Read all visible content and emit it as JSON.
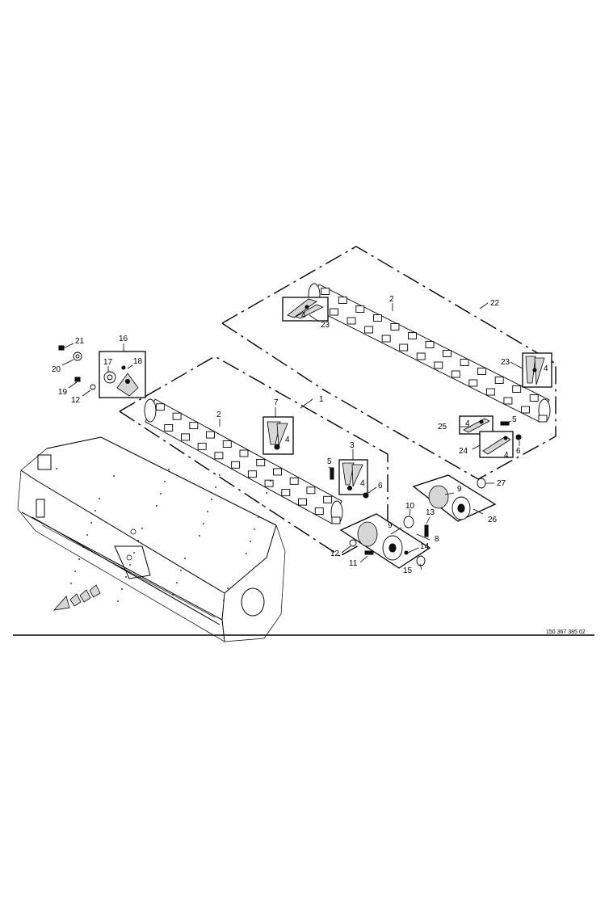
{
  "drawing_number": "150 367 385 02",
  "callouts": [
    "1",
    "2",
    "3",
    "4",
    "5",
    "6",
    "7",
    "8",
    "9",
    "10",
    "11",
    "12",
    "13",
    "14",
    "15",
    "16",
    "17",
    "18",
    "19",
    "20",
    "21",
    "22",
    "23",
    "24",
    "25",
    "26",
    "27"
  ],
  "icons": {
    "direction_arrow": "direction-arrow-icon"
  }
}
